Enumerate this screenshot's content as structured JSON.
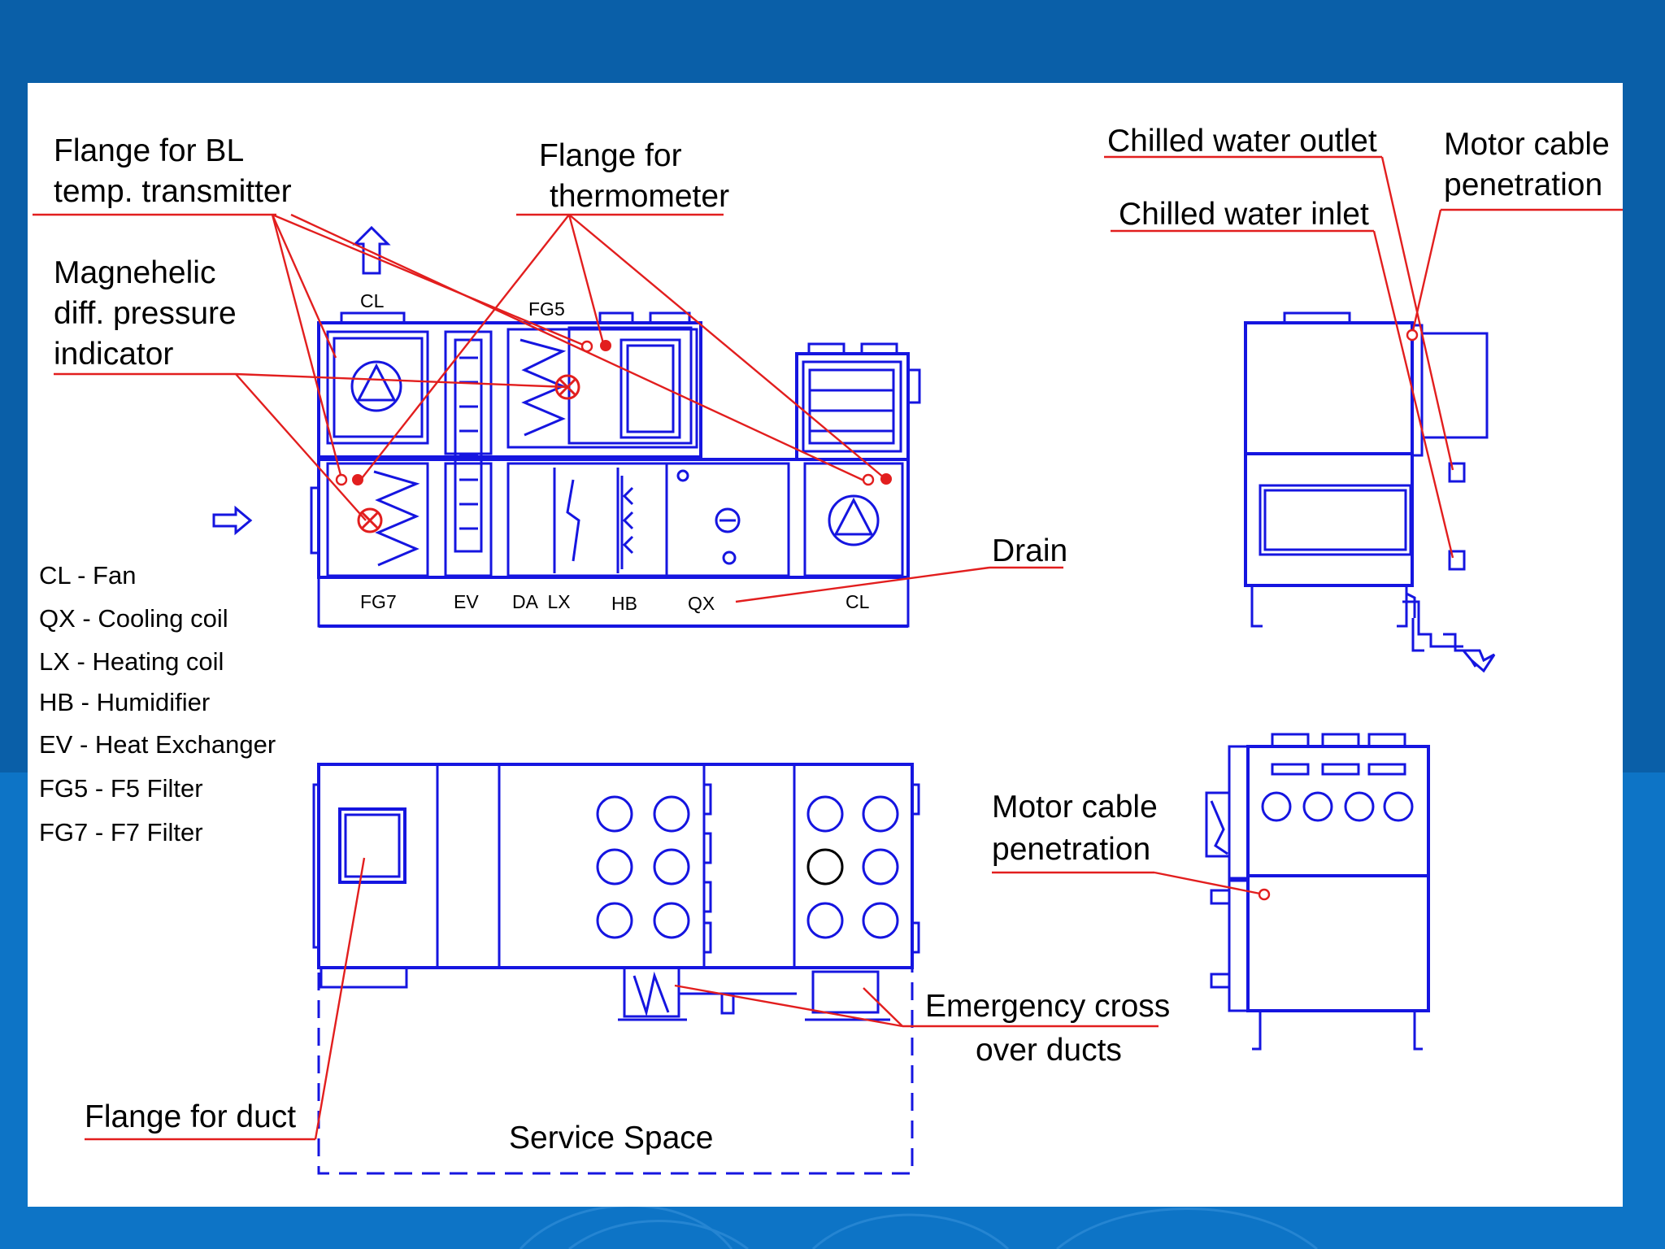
{
  "labels": {
    "flange_bl": [
      "Flange for BL",
      "temp. transmitter"
    ],
    "flange_thermo": [
      "Flange for",
      "thermometer"
    ],
    "magnehelic": [
      "Magnehelic",
      "diff. pressure",
      "indicator"
    ],
    "chilled_outlet": "Chilled water outlet",
    "chilled_inlet": "Chilled water inlet",
    "motor_cable_top": [
      "Motor cable",
      "penetration"
    ],
    "motor_cable_bottom": [
      "Motor cable",
      "penetration"
    ],
    "drain": "Drain",
    "emergency": [
      "Emergency cross",
      "over ducts"
    ],
    "flange_duct": "Flange for duct",
    "service_space": "Service Space"
  },
  "legend": [
    "CL - Fan",
    "QX - Cooling coil",
    "LX - Heating coil",
    "HB - Humidifier",
    "EV - Heat Exchanger",
    "FG5 - F5 Filter",
    "FG7 - F7 Filter"
  ],
  "tags": {
    "cl_top": "CL",
    "fg5": "FG5",
    "fg7": "FG7",
    "ev": "EV",
    "da_lx": "DA  LX",
    "hb": "HB",
    "qx": "QX",
    "cl_bottom": "CL"
  },
  "colors": {
    "background": "#0a5fa8",
    "slide": "#ffffff",
    "drawing": "#1515e0",
    "callout": "#e21e1e"
  }
}
